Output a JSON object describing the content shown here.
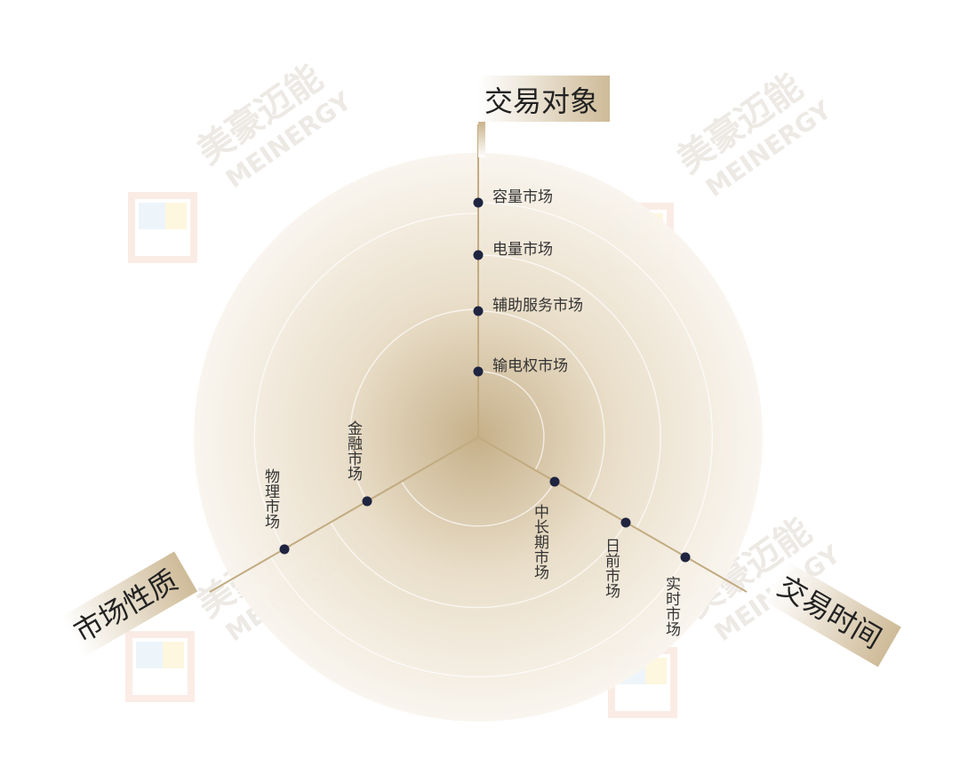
{
  "axes": {
    "object": {
      "title": "交易对象",
      "items": [
        "容量市场",
        "电量市场",
        "辅助服务市场",
        "输电权市场"
      ]
    },
    "time": {
      "title": "交易时间",
      "items": [
        "中长期市场",
        "日前市场",
        "实时市场"
      ]
    },
    "nature": {
      "title": "市场性质",
      "items": [
        "物理市场",
        "金融市场"
      ]
    }
  },
  "watermark": {
    "logo_text": "美豪迈能",
    "brand": "MEINERGY"
  },
  "colors": {
    "gold_dark": "#b8a079",
    "gold_light": "#f6f1e8",
    "dot": "#1f2540",
    "text": "#333333"
  }
}
